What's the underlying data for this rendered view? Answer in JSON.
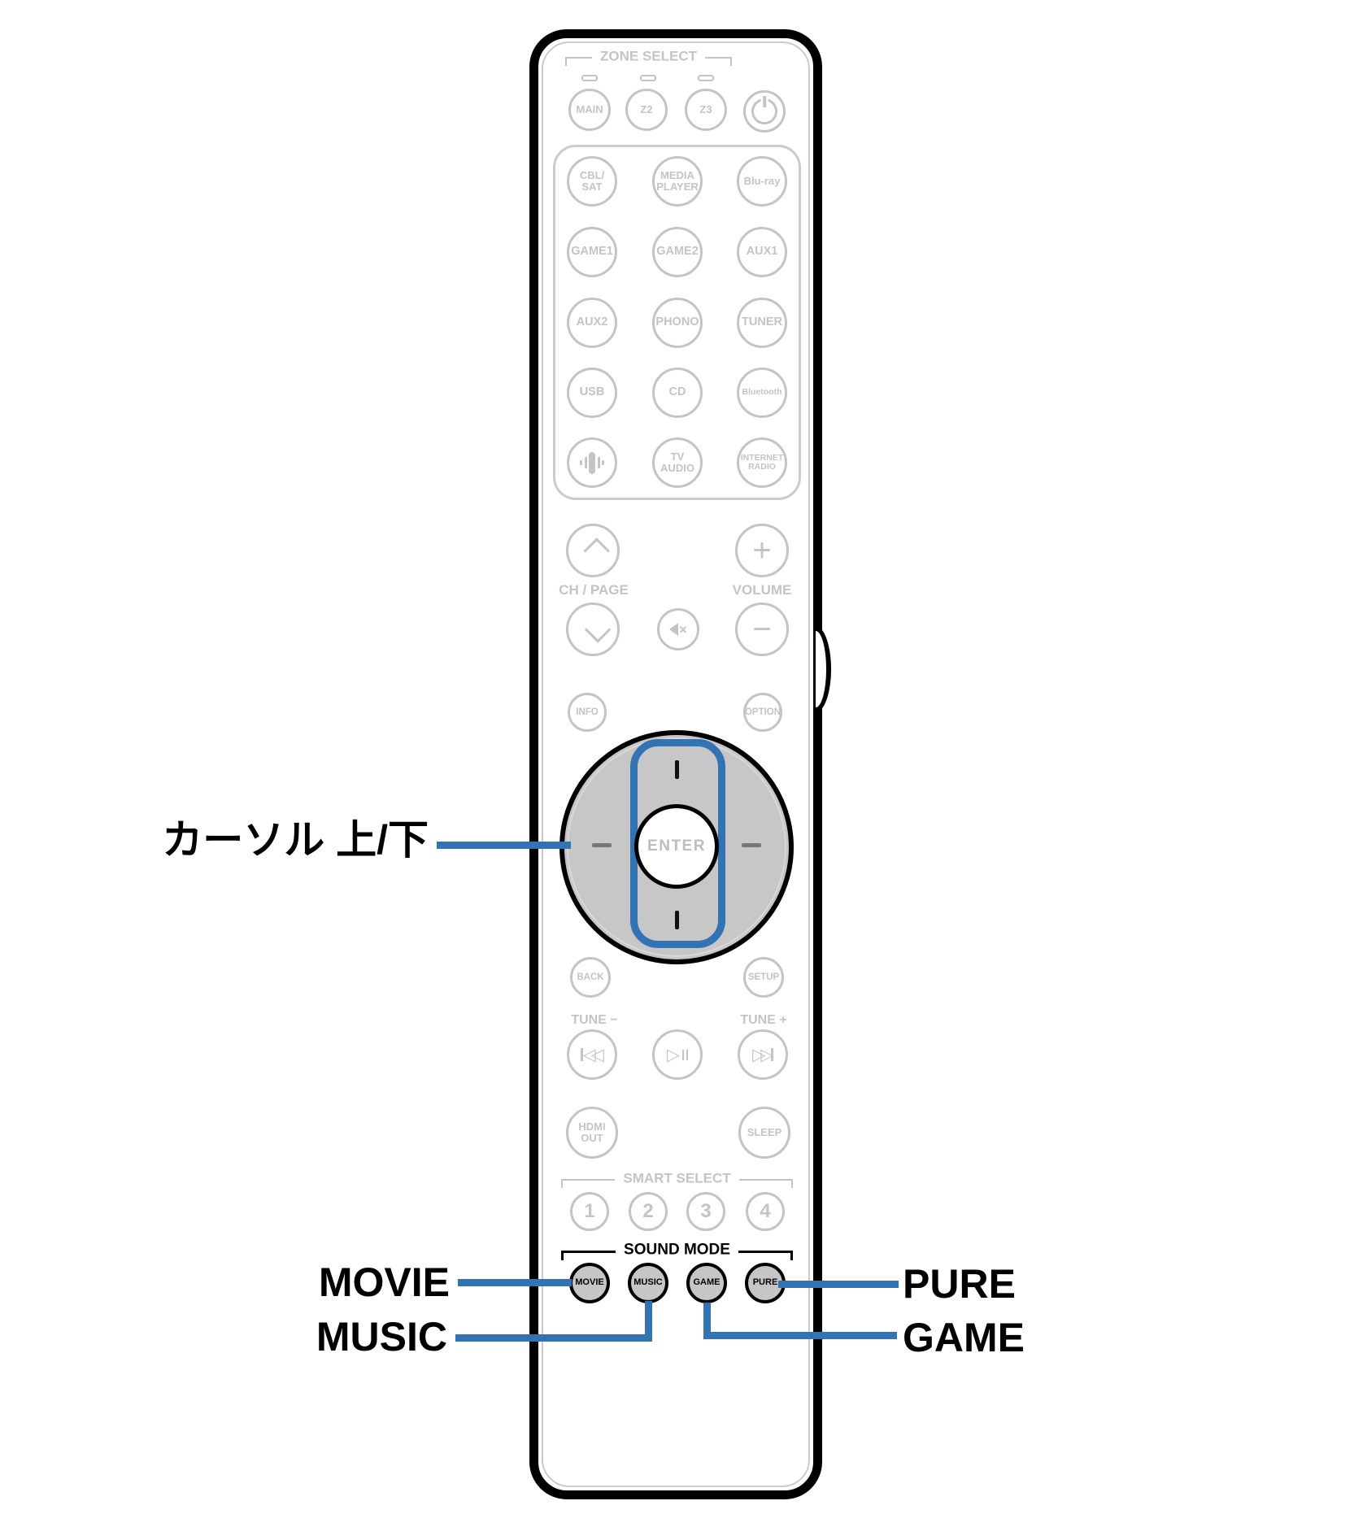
{
  "accent_blue": "#3273b4",
  "annotations": {
    "cursor_label": "カーソル 上/下",
    "movie_label": "MOVIE",
    "music_label": "MUSIC",
    "pure_label": "PURE",
    "game_label": "GAME"
  },
  "zone_select": {
    "title": "ZONE SELECT",
    "main": "MAIN",
    "z2": "Z2",
    "z3": "Z3"
  },
  "sources": [
    {
      "l1": "CBL/",
      "l2": "SAT"
    },
    {
      "l1": "MEDIA",
      "l2": "PLAYER"
    },
    {
      "l1": "Blu-ray",
      "l2": ""
    },
    {
      "l1": "GAME1",
      "l2": ""
    },
    {
      "l1": "GAME2",
      "l2": ""
    },
    {
      "l1": "AUX1",
      "l2": ""
    },
    {
      "l1": "AUX2",
      "l2": ""
    },
    {
      "l1": "PHONO",
      "l2": ""
    },
    {
      "l1": "TUNER",
      "l2": ""
    },
    {
      "l1": "USB",
      "l2": ""
    },
    {
      "l1": "CD",
      "l2": ""
    },
    {
      "l1": "Bluetooth",
      "l2": ""
    },
    {
      "l1": "",
      "l2": ""
    },
    {
      "l1": "TV",
      "l2": "AUDIO"
    },
    {
      "l1": "INTERNET",
      "l2": "RADIO"
    }
  ],
  "controls": {
    "ch_page": "CH / PAGE",
    "volume": "VOLUME",
    "info": "INFO",
    "option": "OPTION",
    "enter": "ENTER",
    "back": "BACK",
    "setup": "SETUP",
    "tune_minus": "TUNE −",
    "tune_plus": "TUNE +",
    "hdmi_l1": "HDMI",
    "hdmi_l2": "OUT",
    "sleep": "SLEEP"
  },
  "smart_select": {
    "title": "SMART SELECT",
    "b1": "1",
    "b2": "2",
    "b3": "3",
    "b4": "4"
  },
  "sound_mode": {
    "title": "SOUND MODE",
    "movie": "MOVIE",
    "music": "MUSIC",
    "game": "GAME",
    "pure": "PURE"
  }
}
